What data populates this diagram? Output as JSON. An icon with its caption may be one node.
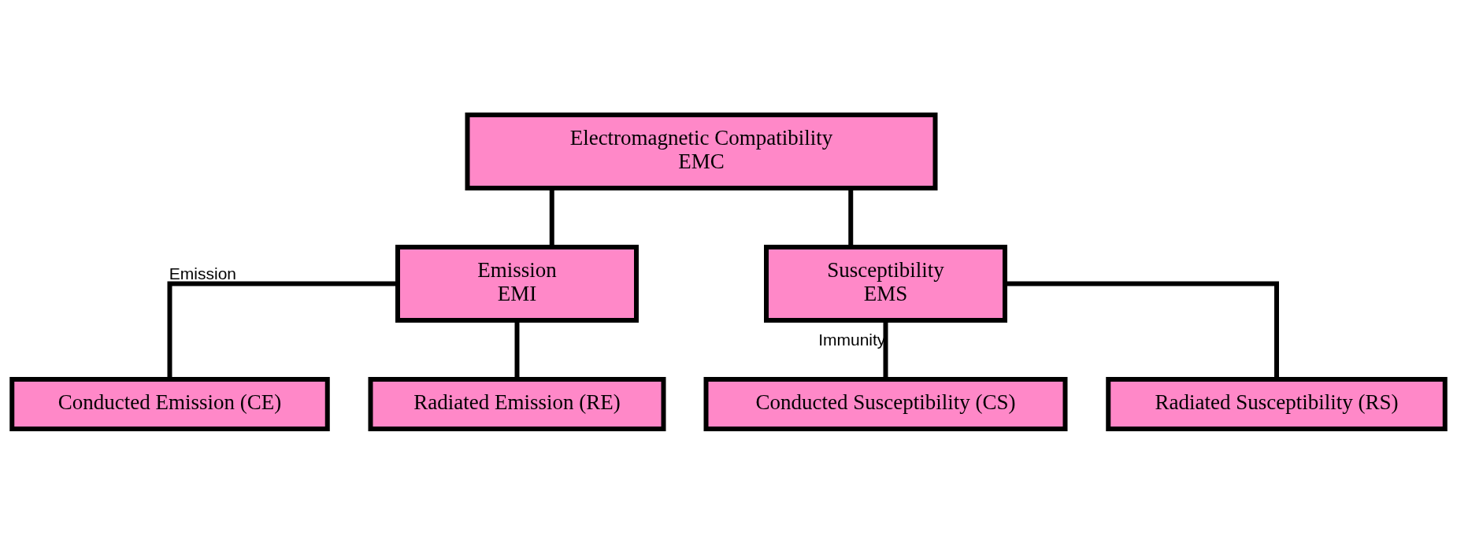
{
  "diagram": {
    "nodes": [
      {
        "text": [
          "Electromagnetic Compatibility",
          "EMC"
        ]
      },
      {
        "text": [
          "Emission",
          "EMI"
        ]
      },
      {
        "text": [
          "Susceptibility",
          "EMS"
        ]
      },
      {
        "text": [
          "Conducted Emission (CE)"
        ]
      },
      {
        "text": [
          "Radiated Emission (RE)"
        ]
      },
      {
        "text": [
          "Conducted Susceptibility (CS)"
        ]
      },
      {
        "text": [
          "Radiated Susceptibility (RS)"
        ]
      }
    ],
    "edges": [
      {
        "from": 0,
        "to": 1,
        "arrow": "none"
      },
      {
        "from": 0,
        "to": 2,
        "arrow": "none"
      },
      {
        "from": 1,
        "to": 3,
        "arrow": "none",
        "label": "Emission"
      },
      {
        "from": 1,
        "to": 4,
        "arrow": "none"
      },
      {
        "from": 2,
        "to": 5,
        "arrow": "none",
        "label": "Immunity"
      },
      {
        "from": 2,
        "to": 6,
        "arrow": "none"
      }
    ]
  }
}
